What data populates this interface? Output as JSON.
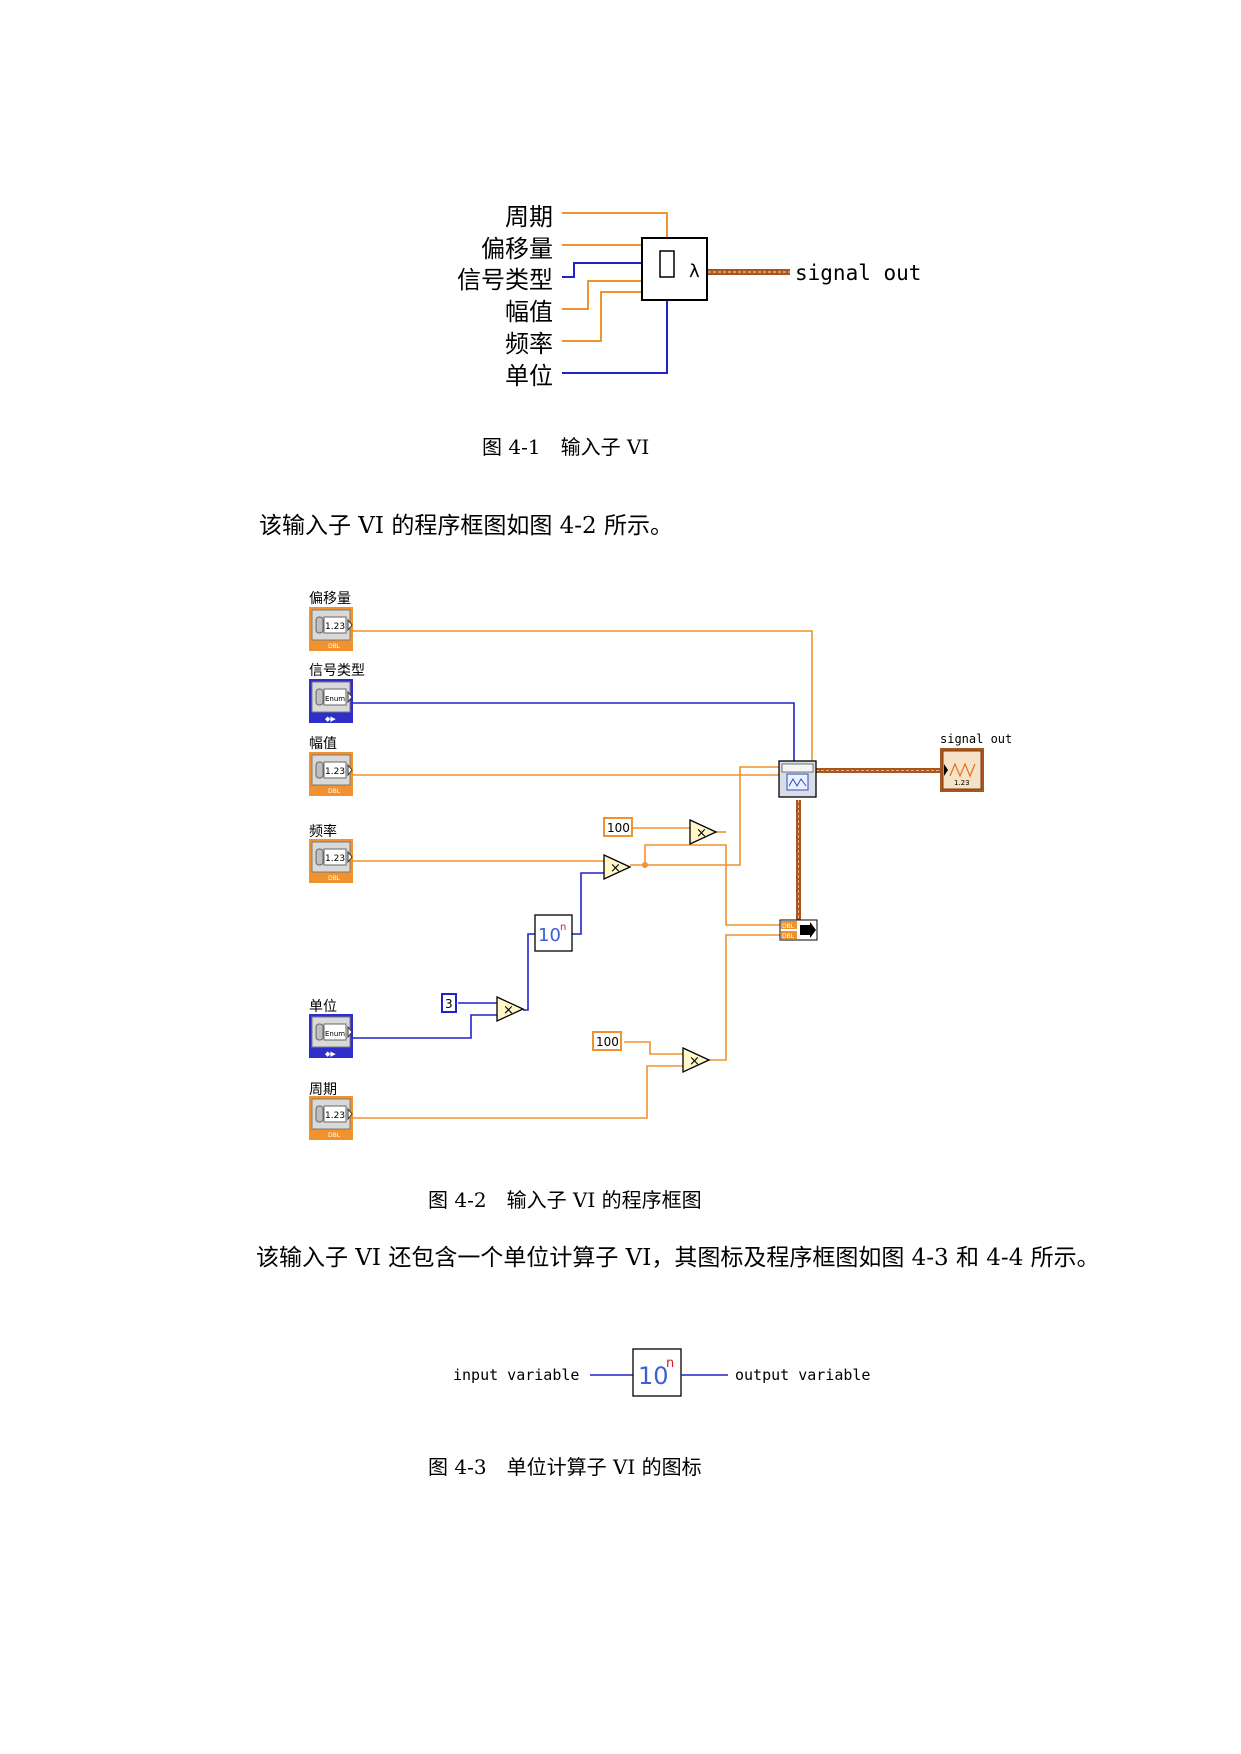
{
  "fig1": {
    "inputs": [
      "周期",
      "偏移量",
      "信号类型",
      "幅值",
      "频率",
      "单位"
    ],
    "output": "signal out",
    "caption": "图 4-1　输入子 VI"
  },
  "para1": "该输入子 VI 的程序框图如图 4-2 所示。",
  "fig2": {
    "controls": [
      {
        "label": "偏移量",
        "kind": "numeric",
        "icon_text": "1.23",
        "type_text": "DBL"
      },
      {
        "label": "信号类型",
        "kind": "enum",
        "icon_text": "Enum",
        "type_text": "◆▶"
      },
      {
        "label": "幅值",
        "kind": "numeric",
        "icon_text": "1.23",
        "type_text": "DBL"
      },
      {
        "label": "频率",
        "kind": "numeric",
        "icon_text": "1.23",
        "type_text": "DBL"
      },
      {
        "label": "单位",
        "kind": "enum",
        "icon_text": "Enum",
        "type_text": "◆▶"
      },
      {
        "label": "周期",
        "kind": "numeric",
        "icon_text": "1.23",
        "type_text": "DBL"
      }
    ],
    "constants": [
      "100",
      "100",
      "3"
    ],
    "multiply_symbol": "×",
    "power_icon": {
      "base": "10",
      "exp": "n"
    },
    "indicator_label": "signal out",
    "indicator_icon_text": "1.23",
    "bundle_text": "DBL",
    "caption": "图 4-2　输入子 VI 的程序框图"
  },
  "para2": "该输入子 VI 还包含一个单位计算子 VI，其图标及程序框图如图 4-3 和 4-4 所示。",
  "fig3": {
    "input_label": "input variable",
    "output_label": "output variable",
    "icon_base": "10",
    "icon_exp": "n",
    "caption": "图 4-3　单位计算子 VI 的图标"
  },
  "colors": {
    "orange": "#f0922e",
    "blue": "#2222cc",
    "brown": "#a8551e"
  }
}
